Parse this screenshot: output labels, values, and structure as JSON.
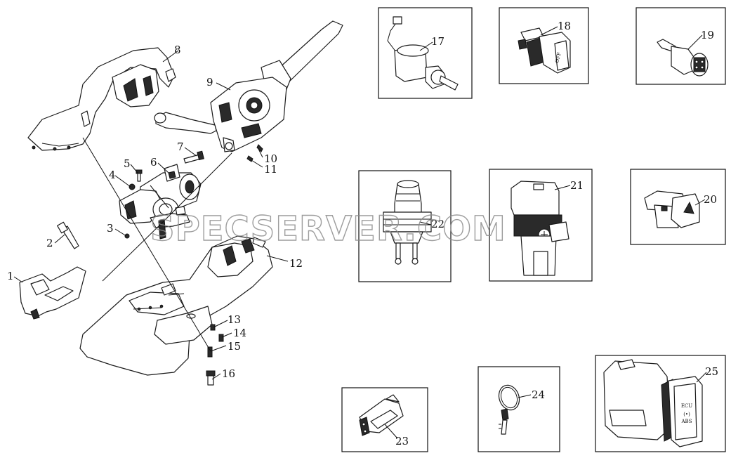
{
  "diagram": {
    "callouts": [
      {
        "id": "label-1",
        "text": "1"
      },
      {
        "id": "label-2",
        "text": "2"
      },
      {
        "id": "label-3",
        "text": "3"
      },
      {
        "id": "label-4",
        "text": "4"
      },
      {
        "id": "label-5",
        "text": "5"
      },
      {
        "id": "label-6",
        "text": "6"
      },
      {
        "id": "label-7",
        "text": "7"
      },
      {
        "id": "label-8",
        "text": "8"
      },
      {
        "id": "label-9",
        "text": "9"
      },
      {
        "id": "label-10",
        "text": "10"
      },
      {
        "id": "label-11",
        "text": "11"
      },
      {
        "id": "label-12",
        "text": "12"
      },
      {
        "id": "label-13",
        "text": "13"
      },
      {
        "id": "label-14",
        "text": "14"
      },
      {
        "id": "label-15",
        "text": "15"
      },
      {
        "id": "label-16",
        "text": "16"
      },
      {
        "id": "label-17",
        "text": "17"
      },
      {
        "id": "label-18",
        "text": "18"
      },
      {
        "id": "label-19",
        "text": "19"
      },
      {
        "id": "label-20",
        "text": "20"
      },
      {
        "id": "label-21",
        "text": "21"
      },
      {
        "id": "label-22",
        "text": "22"
      },
      {
        "id": "label-23",
        "text": "23"
      },
      {
        "id": "label-24",
        "text": "24"
      },
      {
        "id": "label-25",
        "text": "25"
      }
    ],
    "switch_text": {
      "off": "OFF",
      "ecu": "ECU",
      "abs": "ABS",
      "mark": "(•)"
    },
    "watermark": "SPECSERVER.COM"
  }
}
